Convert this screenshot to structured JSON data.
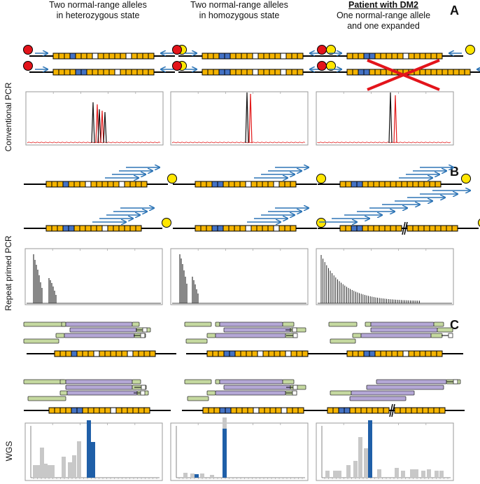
{
  "columns": [
    {
      "title_line1": "Two normal-range alleles",
      "title_line2": "in heterozygous state"
    },
    {
      "title_line1": "Two normal-range alleles",
      "title_line2": "in homozygous state"
    },
    {
      "title_line1": "Patient with DM2",
      "title_line2": "One normal-range allele",
      "title_line3": "and one expanded"
    }
  ],
  "panels": {
    "A": "A",
    "B": "B",
    "C": "C"
  },
  "row_labels": {
    "conventional": "Conventional PCR",
    "repeat_primed": "Repeat primed PCR",
    "wgs": "WGS"
  },
  "colors": {
    "repeat_orange": "#f5b400",
    "repeat_blue": "#4472c4",
    "primer_red": "#e3141b",
    "primer_yellow": "#ffe600",
    "arrow_blue": "#2e75b6",
    "trace_black": "#111111",
    "trace_red": "#e21b1b",
    "read_green": "#c5d9a0",
    "read_purple": "#b4a7d6",
    "bar_grey": "#c8c8c8",
    "bar_blue": "#1f5fa8",
    "cross_red": "#e3141b"
  }
}
